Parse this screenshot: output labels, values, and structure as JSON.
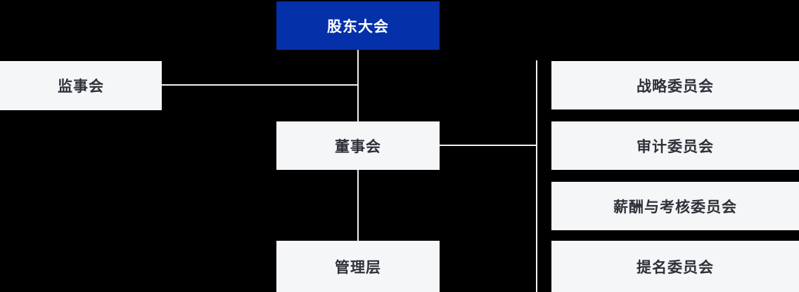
{
  "colors": {
    "background": "#000000",
    "accent_blue": "#0430aa",
    "box_bg": "#f5f6f8",
    "line": "#f0f1f3",
    "text_dark": "#2d3138",
    "text_light": "#ffffff"
  },
  "org_chart": {
    "type": "organization-chart",
    "root": {
      "label": "股东大会"
    },
    "supervisory_board": {
      "label": "监事会"
    },
    "board_of_directors": {
      "label": "董事会"
    },
    "management": {
      "label": "管理层"
    },
    "committees": [
      {
        "label": "战略委员会"
      },
      {
        "label": "审计委员会"
      },
      {
        "label": "薪酬与考核委员会"
      },
      {
        "label": "提名委员会"
      }
    ]
  }
}
